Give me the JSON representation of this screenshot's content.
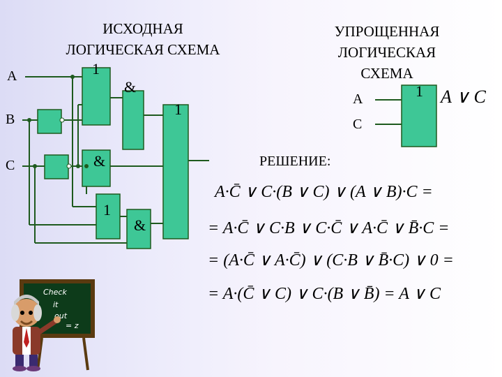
{
  "titles": {
    "original": [
      "ИСХОДНАЯ",
      "ЛОГИЧЕСКАЯ СХЕМА"
    ],
    "simplified": [
      "УПРОЩЕННАЯ",
      "ЛОГИЧЕСКАЯ",
      "СХЕМА"
    ]
  },
  "inputs": {
    "a": "A",
    "b": "B",
    "c": "C"
  },
  "gates": {
    "or_top": "1",
    "and_top": "&",
    "or_final": "1",
    "and_mid": "&",
    "or_bottom": "1",
    "and_bottom": "&",
    "simplified_or": "1"
  },
  "simplified_inputs": {
    "a": "A",
    "c": "C"
  },
  "simplified_output": "A ∨ C",
  "solution_label": "РЕШЕНИЕ:",
  "formulas": [
    "A·C̄ ∨ C·(B ∨ C) ∨ (A ∨ B)·C =",
    "= A·C̄ ∨ C·B ∨ C·C̄ ∨ A·C̄ ∨ B̄·C =",
    "= (A·C̄ ∨ A·C̄) ∨ (C·B ∨ B̄·C) ∨ 0 =",
    "= A·(C̄ ∨ C) ∨ C·(B ∨ B̄) = A ∨ C"
  ],
  "board_text": [
    "Check",
    "it",
    "out",
    "= z"
  ],
  "colors": {
    "gate_fill": "#3ec796",
    "wire": "#1e5a1e",
    "board": "#0d3b1a",
    "frame": "#5a3a10"
  }
}
